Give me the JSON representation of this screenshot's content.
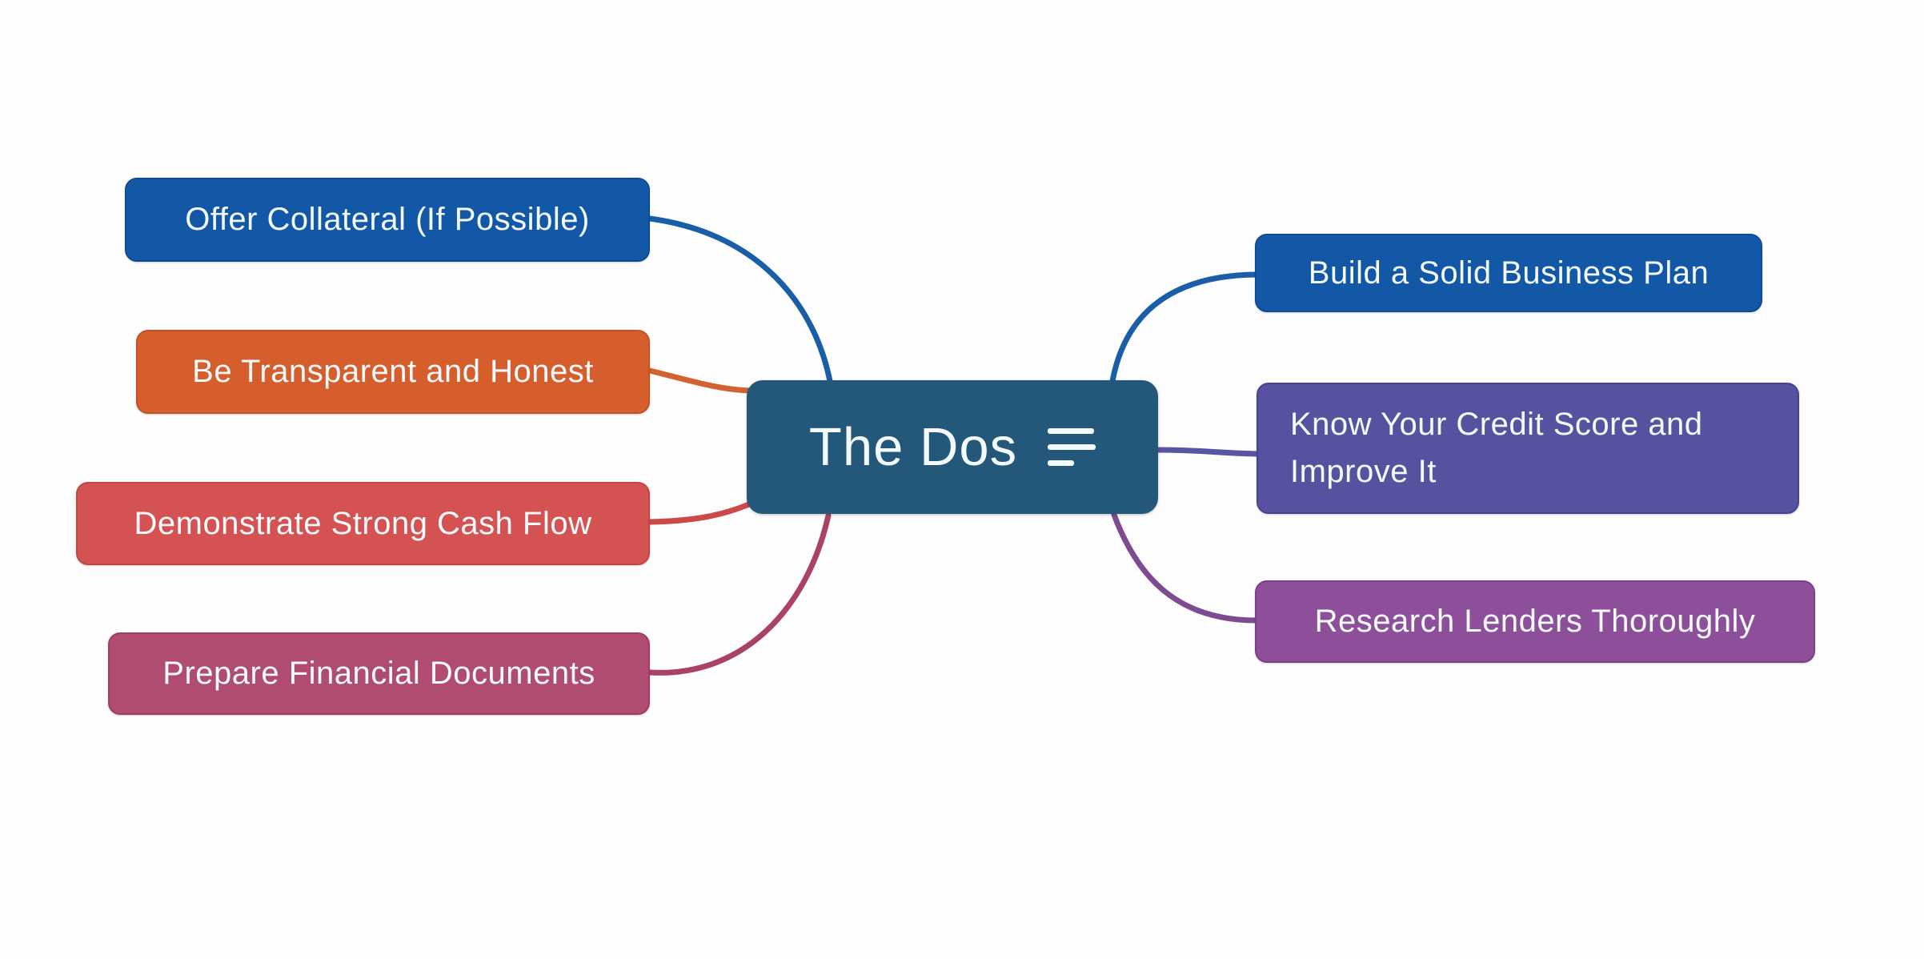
{
  "theme": {
    "background": "#fdfdfd",
    "node_text_color": "#f4fafc",
    "icon_color": "#f4fafc"
  },
  "center": {
    "label": "The Dos",
    "fill": "#24587a",
    "border": "#1c4a68",
    "icon": "notes-lines-icon"
  },
  "branches": {
    "left": [
      {
        "label": "Offer Collateral (If Possible)",
        "fill": "#1358a6",
        "border": "#0e4b92",
        "connector": "#1b5ea8"
      },
      {
        "label": "Be Transparent and Honest",
        "fill": "#d65e2d",
        "border": "#c25324",
        "connector": "#d2622f"
      },
      {
        "label": "Demonstrate Strong Cash Flow",
        "fill": "#d45252",
        "border": "#c04545",
        "connector": "#cb4a49"
      },
      {
        "label": "Prepare Financial Documents",
        "fill": "#b04c71",
        "border": "#9c3f62",
        "connector": "#aa4263"
      }
    ],
    "right": [
      {
        "label": "Build a Solid Business Plan",
        "fill": "#1358a6",
        "border": "#0e4b92",
        "connector": "#1b5ea8"
      },
      {
        "label": "Know Your Credit Score and Improve It",
        "fill": "#57529f",
        "border": "#484390",
        "connector": "#5a55a3"
      },
      {
        "label": "Research Lenders Thoroughly",
        "fill": "#8d4f9a",
        "border": "#7b4088",
        "connector": "#7e4b90"
      }
    ]
  }
}
